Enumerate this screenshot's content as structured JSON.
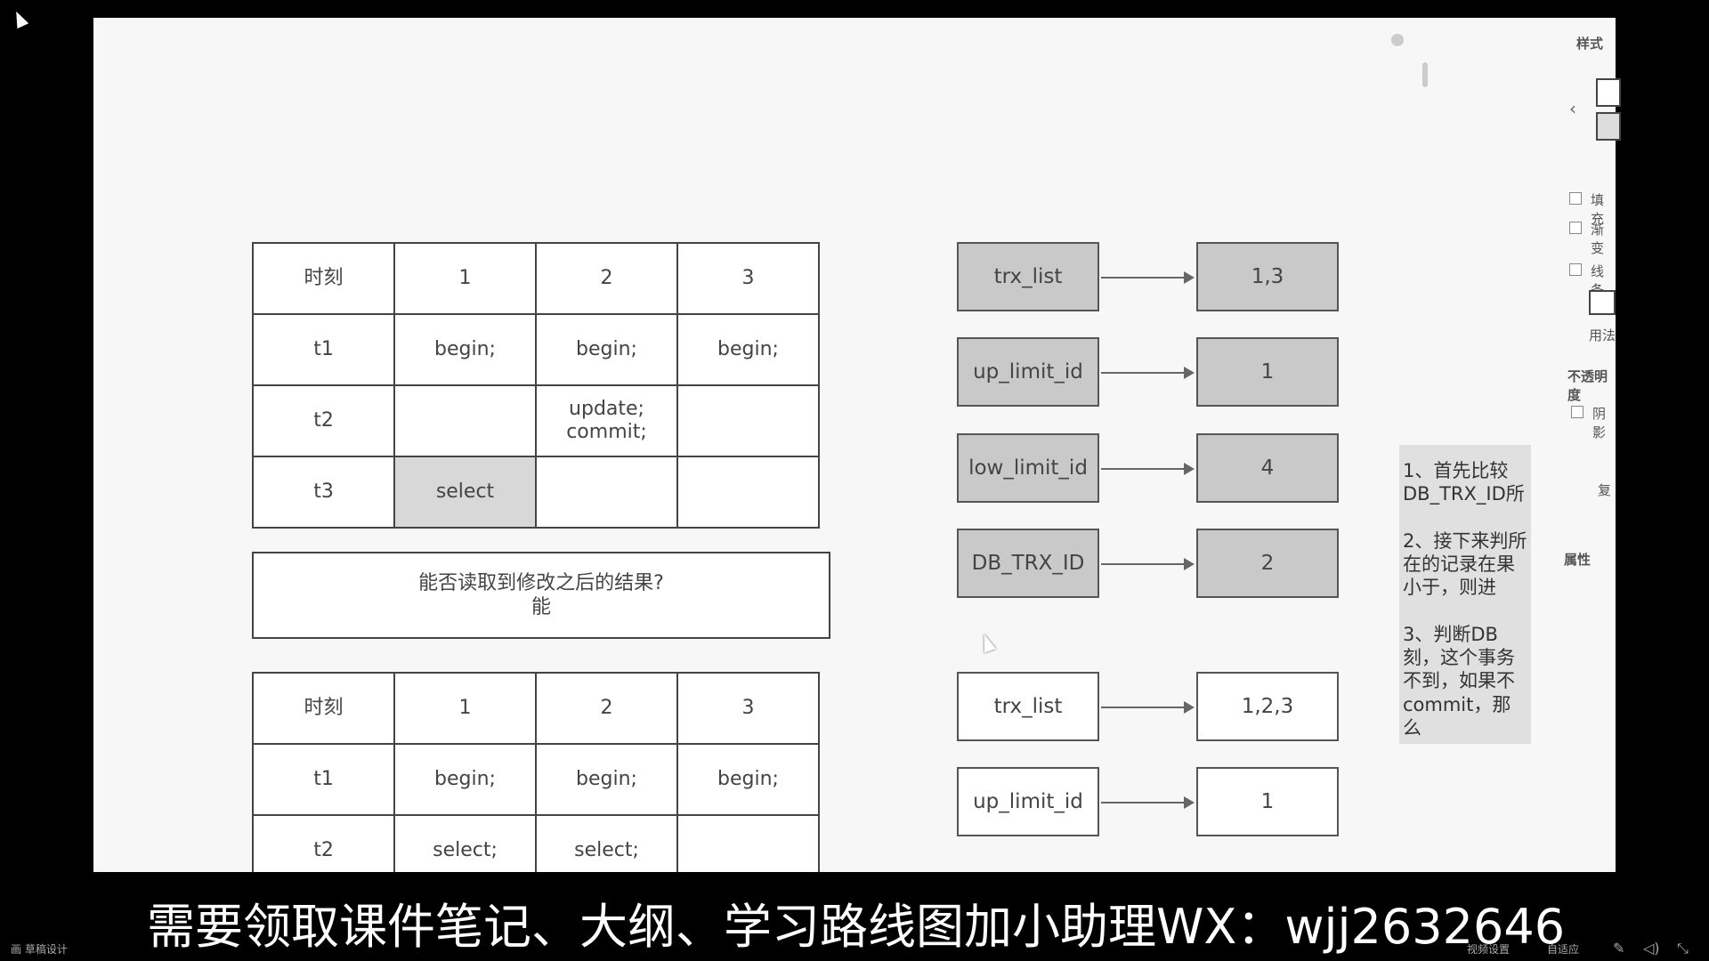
{
  "table1": {
    "header": [
      "时刻",
      "1",
      "2",
      "3"
    ],
    "rows": [
      [
        "t1",
        "begin;",
        "begin;",
        "begin;"
      ],
      [
        "t2",
        "",
        "update;\ncommit;",
        ""
      ],
      [
        "t3",
        "select",
        "",
        ""
      ]
    ]
  },
  "question": {
    "line1": "能否读取到修改之后的结果?",
    "line2": "能"
  },
  "table2": {
    "header": [
      "时刻",
      "1",
      "2",
      "3"
    ],
    "rows": [
      [
        "t1",
        "begin;",
        "begin;",
        "begin;"
      ],
      [
        "t2",
        "select;",
        "select;",
        ""
      ]
    ]
  },
  "readview1": {
    "trx_list": {
      "label": "trx_list",
      "value": "1,3"
    },
    "up_limit_id": {
      "label": "up_limit_id",
      "value": "1"
    },
    "low_limit_id": {
      "label": "low_limit_id",
      "value": "4"
    },
    "db_trx_id": {
      "label": "DB_TRX_ID",
      "value": "2"
    }
  },
  "readview2": {
    "trx_list": {
      "label": "trx_list",
      "value": "1,2,3"
    },
    "up_limit_id": {
      "label": "up_limit_id",
      "value": "1"
    }
  },
  "note": {
    "text": "1、首先比较DB_TRX_ID所\n\n2、接下来判所在的记录在果小于，则进\n\n3、判断DB刻，这个事务不到，如果不commit，那么"
  },
  "side_panel": {
    "title": "样式",
    "opt1": "填充",
    "opt2": "渐变",
    "opt3": "线条",
    "opt4": "用法",
    "opt5": "不透明度",
    "opt6": "阴影",
    "opt7": "属性",
    "btn": "复"
  },
  "caption": "需要领取课件笔记、大纲、学习路线图加小助理WX：wjj2632646",
  "bottombar": {
    "left": "画 草稿设计",
    "right1": "视频设置",
    "right2": "自适应"
  }
}
